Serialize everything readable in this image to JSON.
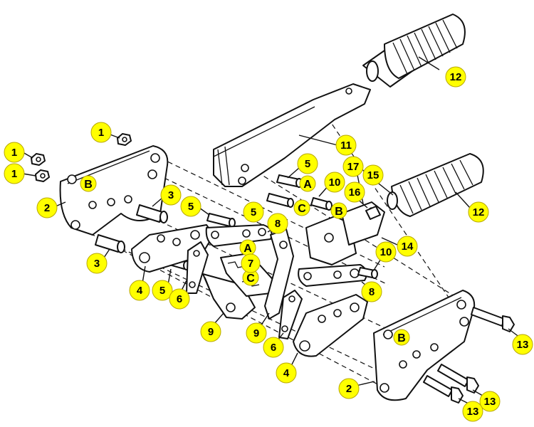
{
  "callouts": {
    "c1a": "1",
    "c1b": "1",
    "c1c": "1",
    "c2a": "2",
    "c2b": "2",
    "c3a": "3",
    "c3b": "3",
    "c4a": "4",
    "c4b": "4",
    "c5a": "5",
    "c5b": "5",
    "c5c": "5",
    "c5d": "5",
    "c6a": "6",
    "c6b": "6",
    "c7": "7",
    "c8a": "8",
    "c8b": "8",
    "c9a": "9",
    "c9b": "9",
    "c10a": "10",
    "c10b": "10",
    "c11": "11",
    "c12a": "12",
    "c12b": "12",
    "c13a": "13",
    "c13b": "13",
    "c13c": "13",
    "c14": "14",
    "c15": "15",
    "c16": "16",
    "c17": "17"
  },
  "letters": {
    "b_left_plate": "B",
    "a_pin": "A",
    "c_pin": "C",
    "b_pin": "B",
    "a_mid": "A",
    "c_mid": "C",
    "b_right_plate": "B"
  }
}
